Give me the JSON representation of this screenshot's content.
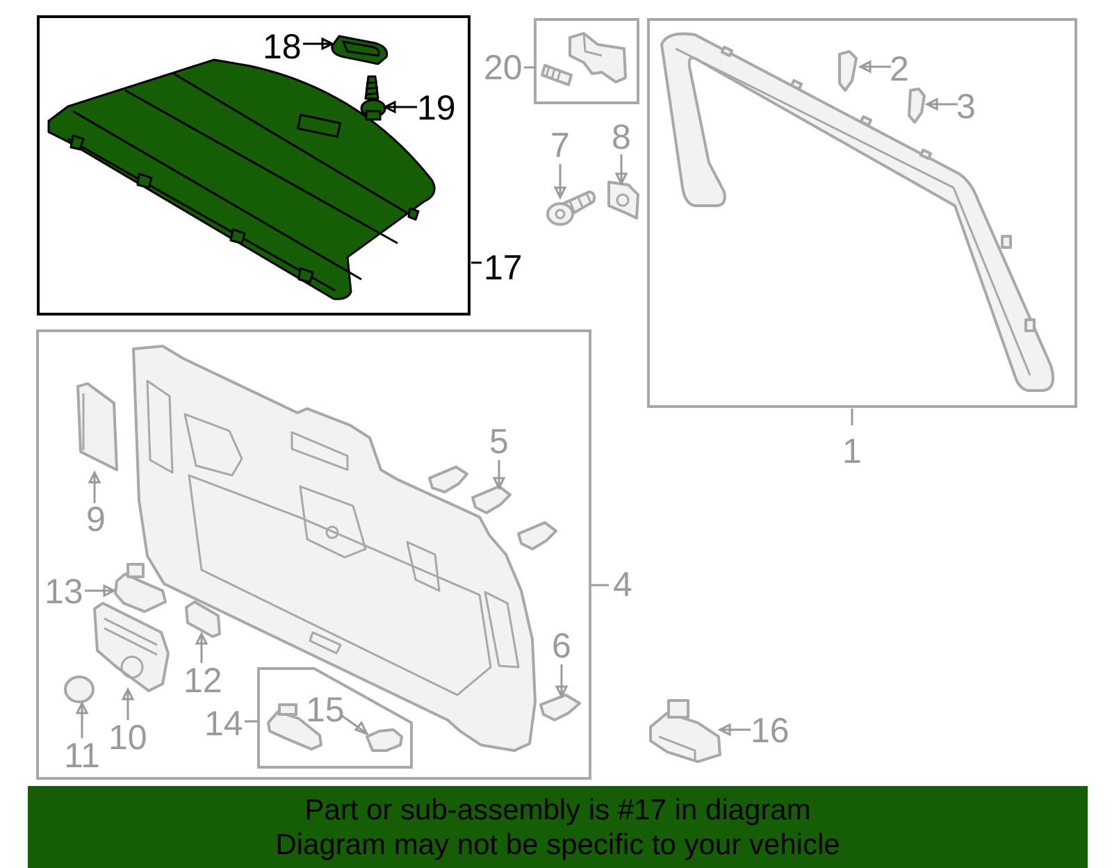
{
  "callouts": {
    "c1": "1",
    "c2": "2",
    "c3": "3",
    "c4": "4",
    "c5": "5",
    "c6": "6",
    "c7": "7",
    "c8": "8",
    "c9": "9",
    "c10": "10",
    "c11": "11",
    "c12": "12",
    "c13": "13",
    "c14": "14",
    "c15": "15",
    "c16": "16",
    "c17": "17",
    "c18": "18",
    "c19": "19",
    "c20": "20"
  },
  "highlighted_part": "17",
  "colors": {
    "highlight": "#155e05",
    "outline": "#a8a8a8",
    "banner": "#155e05"
  },
  "banner": {
    "line1": "Part or sub-assembly is #17 in diagram",
    "line2": "Diagram may not be specific to your vehicle"
  }
}
